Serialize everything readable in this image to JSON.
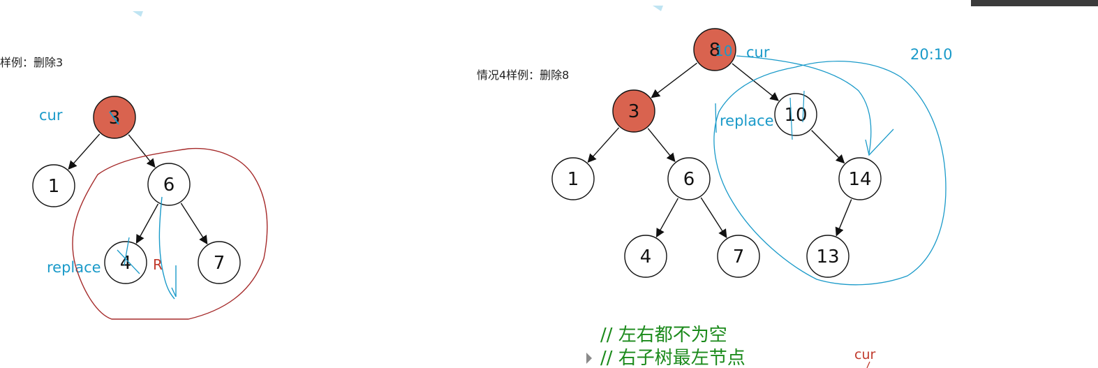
{
  "left": {
    "title": "样例：删除3",
    "cur_label": "cur",
    "replace_label": "replace",
    "r_label": "R",
    "nodes": [
      {
        "id": "n3",
        "label": "3",
        "filled": true
      },
      {
        "id": "n1",
        "label": "1",
        "filled": false
      },
      {
        "id": "n6",
        "label": "6",
        "filled": false
      },
      {
        "id": "n4",
        "label": "4",
        "filled": false
      },
      {
        "id": "n7",
        "label": "7",
        "filled": false
      }
    ],
    "edges": [
      [
        "n3",
        "n1"
      ],
      [
        "n3",
        "n6"
      ],
      [
        "n6",
        "n4"
      ],
      [
        "n6",
        "n7"
      ]
    ]
  },
  "right": {
    "title": "情况4样例：删除8",
    "cur_label": "cur",
    "replace_label": "replace",
    "overwrite_label": "10",
    "time_label": "20:10",
    "nodes": [
      {
        "id": "m8",
        "label": "8",
        "filled": true
      },
      {
        "id": "m3",
        "label": "3",
        "filled": true
      },
      {
        "id": "m10",
        "label": "10",
        "filled": false
      },
      {
        "id": "m1",
        "label": "1",
        "filled": false
      },
      {
        "id": "m6",
        "label": "6",
        "filled": false
      },
      {
        "id": "m14",
        "label": "14",
        "filled": false
      },
      {
        "id": "m4",
        "label": "4",
        "filled": false
      },
      {
        "id": "m7",
        "label": "7",
        "filled": false
      },
      {
        "id": "m13",
        "label": "13",
        "filled": false
      }
    ],
    "edges": [
      [
        "m8",
        "m3"
      ],
      [
        "m8",
        "m10"
      ],
      [
        "m3",
        "m1"
      ],
      [
        "m3",
        "m6"
      ],
      [
        "m10",
        "m14"
      ],
      [
        "m6",
        "m4"
      ],
      [
        "m6",
        "m7"
      ],
      [
        "m14",
        "m13"
      ]
    ]
  },
  "code": {
    "line1": "//  左右都不为空",
    "line2": "//  右子树最左节点",
    "cur_label": "cur"
  },
  "colors": {
    "node_fill": "#d9634f",
    "annotation_blue": "#1a9ac9",
    "annotation_red": "#c0392b",
    "code_green": "#1b8a1b"
  }
}
